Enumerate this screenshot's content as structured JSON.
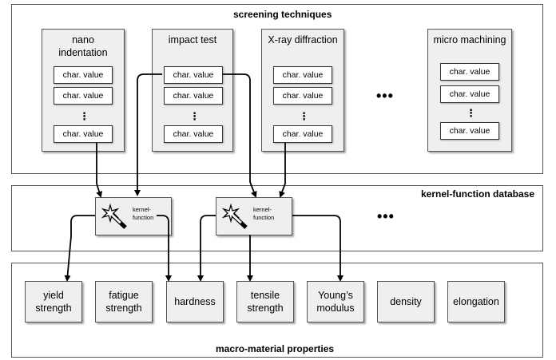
{
  "panels": {
    "screening": "screening techniques",
    "kernel_db": "kernel-function database",
    "macro": "macro-material properties"
  },
  "techniques": [
    {
      "name": "nano\nindentation",
      "values": [
        "char. value",
        "char. value",
        "⋮",
        "char. value"
      ]
    },
    {
      "name": "impact test",
      "values": [
        "char. value",
        "char. value",
        "⋮",
        "char. value"
      ]
    },
    {
      "name": "X-ray diffraction",
      "values": [
        "char. value",
        "char. value",
        "⋮",
        "char. value"
      ]
    },
    {
      "name": "micro machining",
      "values": [
        "char. value",
        "char. value",
        "⋮",
        "char. value"
      ]
    }
  ],
  "ellipsis": "•••",
  "kernel_functions": [
    {
      "label": "kernel-\nfunction",
      "icon": "magic-wand-icon"
    },
    {
      "label": "kernel-\nfunction",
      "icon": "magic-wand-icon"
    }
  ],
  "properties": [
    "yield\nstrength",
    "fatigue\nstrength",
    "hardness",
    "tensile\nstrength",
    "Young’s\nmodulus",
    "density",
    "elongation"
  ]
}
